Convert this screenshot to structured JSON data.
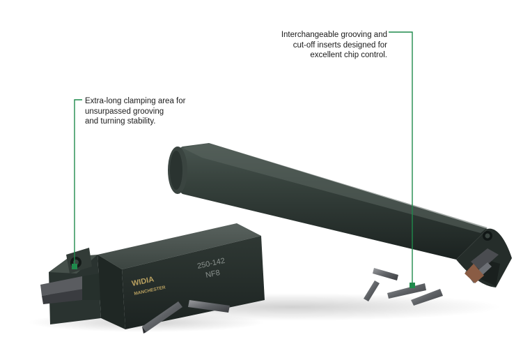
{
  "callouts": {
    "right": {
      "lines": [
        "Interchangeable grooving and",
        "cut-off inserts designed for",
        "excellent chip control."
      ]
    },
    "left": {
      "lines": [
        "Extra-long clamping area for",
        "unsurpassed grooving",
        "and turning stability."
      ]
    }
  },
  "tool_marking": {
    "brand": "WIDIA",
    "sub_brand": "MANCHESTER",
    "code_line1": "250-142",
    "code_line2": "NF8"
  },
  "colors": {
    "leader_line": "#1f8a4c",
    "tool_body": "#2d3632",
    "logo_gold": "#b8a060"
  }
}
